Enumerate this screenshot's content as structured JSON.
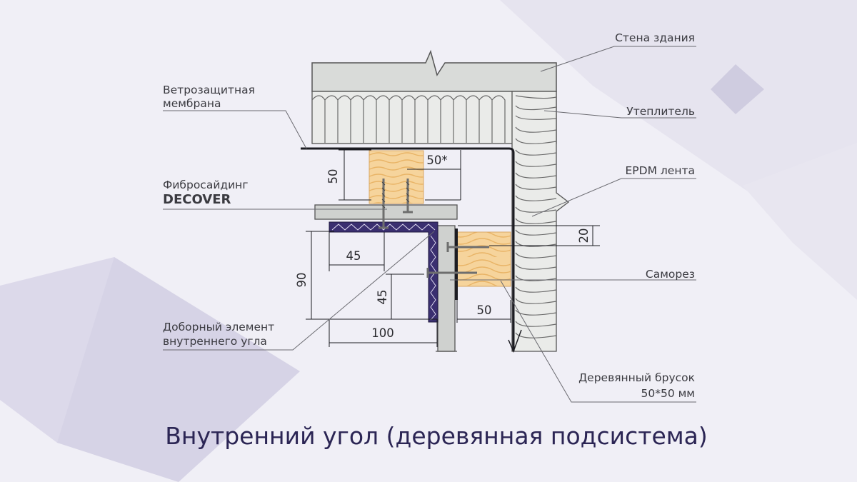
{
  "title": "Внутренний угол (деревянная подсистема)",
  "labels": {
    "wall": "Стена здания",
    "insulation": "Утеплитель",
    "membrane_line1": "Ветрозащитная",
    "membrane_line2": "мембрана",
    "siding_line1": "Фибросайдинг",
    "siding_line2": "DECOVER",
    "epdm": "EPDM лента",
    "screw": "Саморез",
    "corner_line1": "Доборный элемент",
    "corner_line2": "внутреннего угла",
    "timber_line1": "Деревянный брусок",
    "timber_line2": "50*50 мм"
  },
  "dimensions": {
    "upper_batten_height": "50",
    "upper_batten_width": "50*",
    "epdm_offset": "20",
    "corner_leg_height": "90",
    "corner_leg_width": "100",
    "inner_flange_width": "45",
    "inner_flange_height": "45",
    "lower_batten_width": "50"
  },
  "colors": {
    "background": "#f0eff6",
    "wall": "#d9dbd9",
    "insulation": "#e9eae8",
    "membrane": "#1c1c22",
    "siding": "#cfd1cf",
    "corner_trim": "#3a2f70",
    "timber": "#f3c98a",
    "title": "#2b2554"
  }
}
